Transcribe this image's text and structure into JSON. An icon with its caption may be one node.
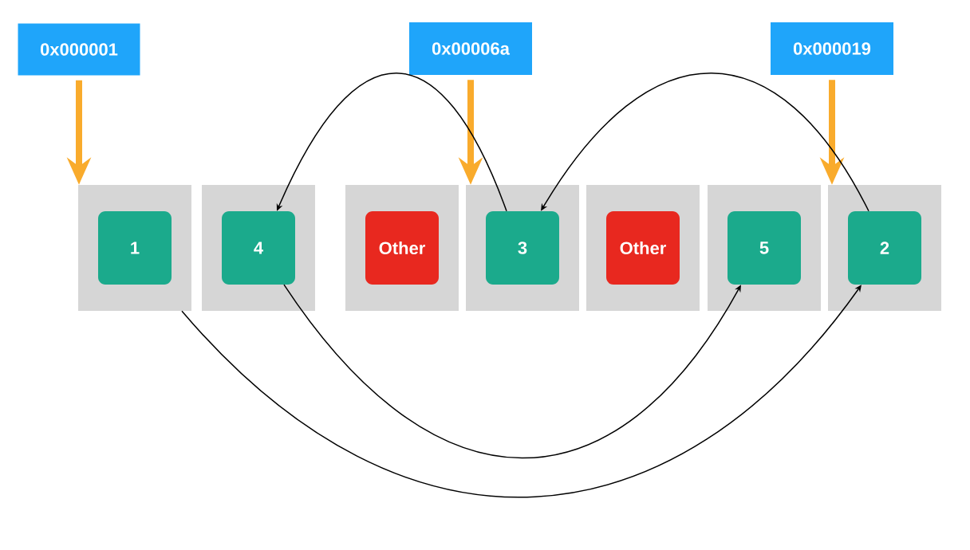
{
  "diagram": {
    "nodes": [
      {
        "text": [
          "0x000001"
        ]
      },
      {
        "text": [
          "0x00006a"
        ]
      },
      {
        "text": [
          "0x000019"
        ]
      },
      {
        "text": [],
        "shape": "box"
      },
      {
        "text": [
          "1"
        ],
        "in": 3
      },
      {
        "text": [],
        "shape": "box"
      },
      {
        "text": [
          "4"
        ],
        "in": 5
      },
      {
        "text": [],
        "shape": "box"
      },
      {
        "text": [
          "Other"
        ],
        "in": 7
      },
      {
        "text": [],
        "shape": "box"
      },
      {
        "text": [
          "3"
        ],
        "in": 9
      },
      {
        "text": [],
        "shape": "box"
      },
      {
        "text": [
          "Other"
        ],
        "in": 11
      },
      {
        "text": [],
        "shape": "box"
      },
      {
        "text": [
          "5"
        ],
        "in": 13
      },
      {
        "text": [],
        "shape": "box"
      },
      {
        "text": [
          "2"
        ],
        "in": 15
      }
    ],
    "edges": [
      {
        "from": 0,
        "to": 3,
        "arrow": "to",
        "style": "thick",
        "color": "#f9ab2c"
      },
      {
        "from": 1,
        "to": 9,
        "arrow": "to",
        "style": "thick",
        "color": "#f9ab2c"
      },
      {
        "from": 2,
        "to": 15,
        "arrow": "to",
        "style": "thick",
        "color": "#f9ab2c"
      },
      {
        "from": 3,
        "to": 16,
        "arrow": "to"
      },
      {
        "from": 6,
        "to": 14,
        "arrow": "to"
      },
      {
        "from": 10,
        "to": 6,
        "arrow": "to"
      },
      {
        "from": 16,
        "to": 10,
        "arrow": "to"
      }
    ]
  }
}
